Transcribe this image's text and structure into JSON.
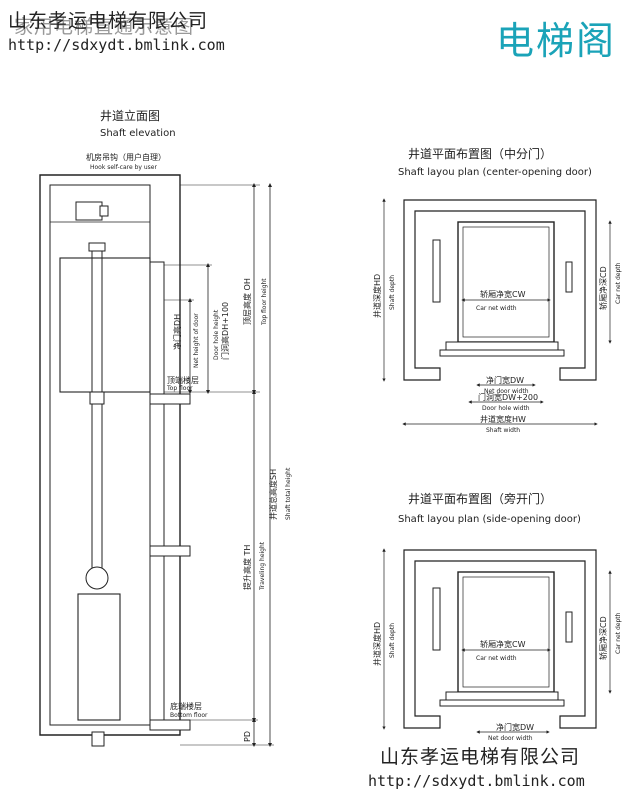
{
  "watermark_top": {
    "cn": "山东孝运电梯有限公司",
    "cn_ghost": "家用电梯直通示意图",
    "url": "http://sdxydt.bmlink.com"
  },
  "brand_title": "电梯阁",
  "watermark_bottom": {
    "cn": "山东孝运电梯有限公司",
    "url": "http://sdxydt.bmlink.com"
  },
  "elevation": {
    "title_cn": "井道立面图",
    "title_en": "Shaft elevation",
    "hook_cn": "机房吊钩（用户自理）",
    "hook_en": "Hook self-care by user",
    "dh_cn": "净门高DH",
    "dh_en": "Net height of door",
    "door_hole_cn": "门洞高DH+100",
    "door_hole_en": "Door hole height",
    "oh_cn": "顶层高度 OH",
    "oh_en": "Top floor height",
    "top_floor_cn": "顶端楼层",
    "top_floor_en": "Top floor",
    "sh_cn": "井道总高度SH",
    "sh_en": "Shaft total height",
    "th_cn": "提升高度 TH",
    "th_en": "Traveling height",
    "bottom_cn": "底端楼层",
    "bottom_en": "Bottom floor",
    "pd": "PD"
  },
  "plan_center": {
    "title_cn": "井道平面布置图（中分门）",
    "title_en": "Shaft layou plan (center-opening door)",
    "hd_cn": "井道深度HD",
    "hd_en": "Shaft depth",
    "cd_cn": "轿厢净深CD",
    "cd_en": "Car net depth",
    "cw_cn": "轿厢净宽CW",
    "cw_en": "Car net width",
    "dw_cn": "净门宽DW",
    "dw_en": "Net door width",
    "door_hole_cn": "门洞宽DW+200",
    "door_hole_en": "Door hole width",
    "hw_cn": "井道宽度HW",
    "hw_en": "Shaft width"
  },
  "plan_side": {
    "title_cn": "井道平面布置图（旁开门）",
    "title_en": "Shaft layou plan (side-opening door)",
    "hd_cn": "井道深度HD",
    "hd_en": "Shaft depth",
    "cd_cn": "轿厢净深CD",
    "cd_en": "Car net depth",
    "cw_cn": "轿厢净宽CW",
    "cw_en": "Car net width",
    "dw_cn": "净门宽DW",
    "dw_en": "Net door width"
  }
}
